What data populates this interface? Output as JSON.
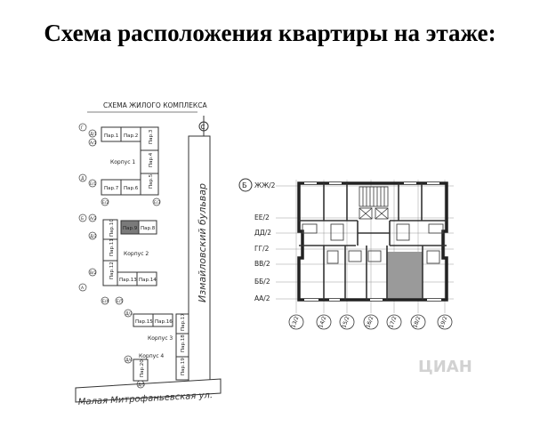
{
  "title": "Схема расположения квартиры на этаже:",
  "site_plan": {
    "heading": "СХЕМА ЖИЛОГО КОМПЛЕКСА",
    "street_boulevard": "Измайловский бульвар",
    "street_bottom": "Малая Митрофаньевская ул.",
    "north_mark": "С",
    "korpus": [
      "Корпус 1",
      "Корпус 2",
      "Корпус 3",
      "Корпус 4"
    ],
    "parcels": [
      "Пар.1",
      "Пар.2",
      "Пар.3",
      "Пар.4",
      "Пар.5",
      "Пар.6",
      "Пар.7",
      "Пар.8",
      "Пар.9",
      "Пар.10",
      "Пар.11",
      "Пар.12",
      "Пар.13",
      "Пар.14",
      "Пар.15",
      "Пар.16",
      "Пар.17",
      "Пар.18",
      "Пар.19",
      "Пар.20"
    ],
    "highlighted_parcel": "Пар.9",
    "axis_marks": [
      "Г",
      "Д/1",
      "А/1",
      "Д",
      "Е/1",
      "Б",
      "А/2",
      "Д/2",
      "А",
      "В/2",
      "Е/2",
      "Е/3",
      "Е/4",
      "Е/5",
      "Д/3",
      "Д/4",
      "Д/5"
    ],
    "highlight_color": "#7a7a7a"
  },
  "floor_plan": {
    "row_axes": [
      "Б",
      "ЖЖ/2",
      "ЕЕ/2",
      "ДД/2",
      "ГГ/2",
      "ВВ/2",
      "ББ/2",
      "АА/2"
    ],
    "col_axes": [
      "13/2",
      "14/2",
      "15/2",
      "16/2",
      "17/2",
      "18/2",
      "19/2"
    ],
    "highlight_color": "#9a9a9a"
  },
  "watermark": "ЦИАН"
}
